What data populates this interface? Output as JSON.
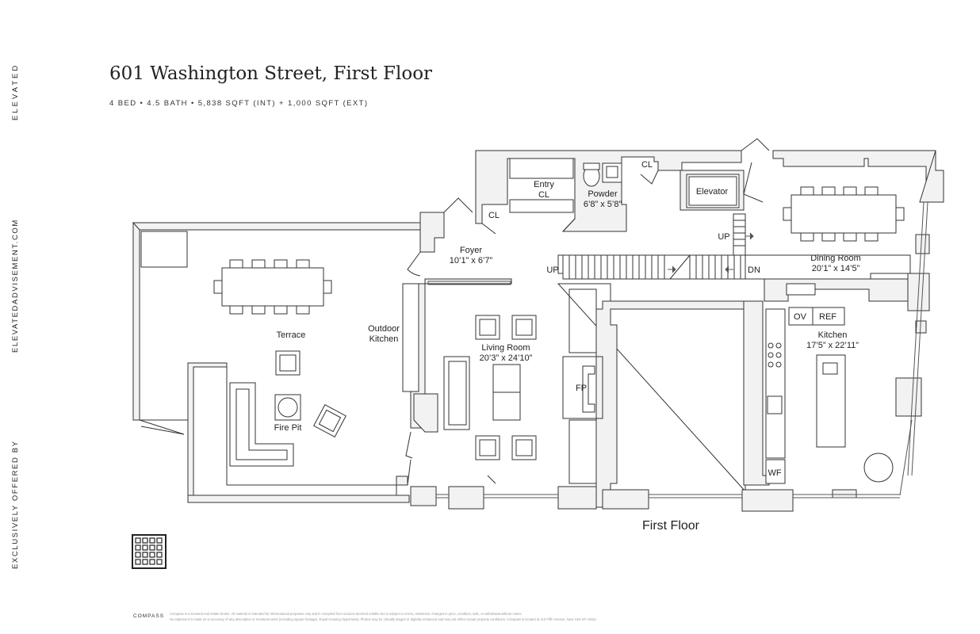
{
  "sidebar": {
    "brand": "ELEVATED",
    "website": "ELEVATEDADVISEMENT.COM",
    "offered_by": "EXCLUSIVELY OFFERED BY"
  },
  "header": {
    "title": "601 Washington Street, First Floor",
    "subtitle": "4 BED • 4.5 BATH • 5,838 SQFT (INT) + 1,000 SQFT (EXT)"
  },
  "floorplan": {
    "floor_label": "First Floor",
    "rooms": {
      "terrace": "Terrace",
      "fire_pit": "Fire Pit",
      "outdoor_kitchen_1": "Outdoor",
      "outdoor_kitchen_2": "Kitchen",
      "foyer": "Foyer",
      "foyer_dim": "10’1” x 6’7”",
      "entry_cl_1": "Entry",
      "entry_cl_2": "CL",
      "powder": "Powder",
      "powder_dim": "6’8” x 5’8”",
      "cl_top": "CL",
      "cl_foyer": "CL",
      "elevator": "Elevator",
      "living_room": "Living Room",
      "living_room_dim": "20’3” x 24’10”",
      "fp": "FP",
      "dining_room": "Dining Room",
      "dining_room_dim": "20’1” x 14’5”",
      "kitchen": "Kitchen",
      "kitchen_dim": "17’5” x 22’11”",
      "ov": "OV",
      "ref": "REF",
      "wf": "WF"
    },
    "stairs": {
      "up_left": "UP",
      "up_right": "UP",
      "dn": "DN"
    }
  },
  "footer": {
    "brand": "COMPASS",
    "line1": "Compass is a licensed real estate broker. All material is intended for informational purposes only and is compiled from sources deemed reliable but is subject to errors, omissions, changes in price, condition, sale, or withdrawal without notice.",
    "line2": "No statement is made as to accuracy of any description or measurements (including square footage). Equal Housing Opportunity. Photos may be virtually staged or digitally enhanced and may not reflect actual property conditions. Compass is located at 110 Fifth Avenue, New York NY 10011."
  }
}
